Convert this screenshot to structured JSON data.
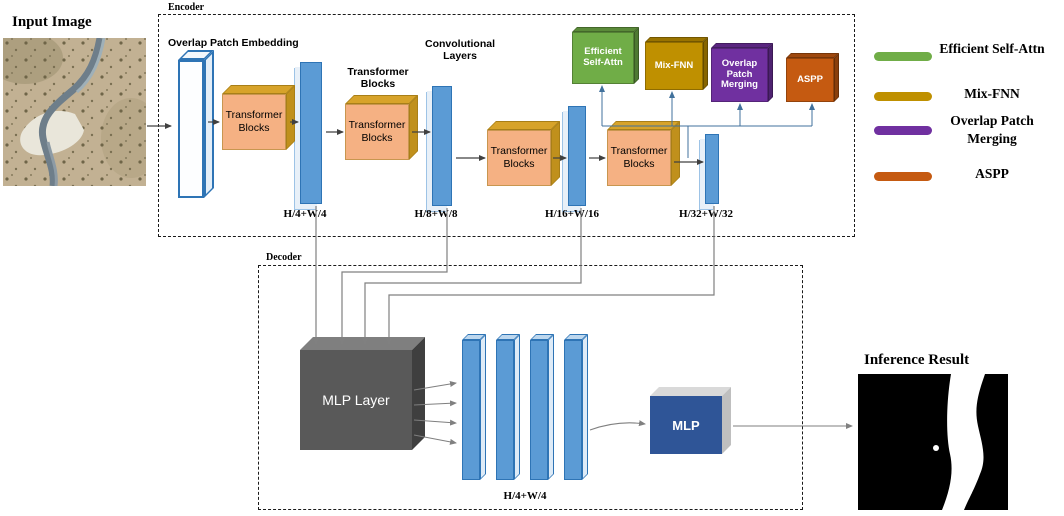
{
  "input": {
    "label": "Input Image"
  },
  "encoder": {
    "label": "Encoder",
    "patch_embedding_label": "Overlap Patch Embedding",
    "transformer_blocks_label": "Transformer Blocks",
    "conv_layers_label": "Convolutional Layers",
    "stages": [
      {
        "block": "Transformer Blocks",
        "size": "H/4+W/4"
      },
      {
        "block": "Transformer Blocks",
        "size": "H/8+W/8"
      },
      {
        "block": "Transformer Blocks",
        "size": "H/16+W/16"
      },
      {
        "block": "Transformer Blocks",
        "size": "H/32+W/32"
      }
    ],
    "modules": [
      {
        "label": "Efficient Self-Attn",
        "color": "#70AD47"
      },
      {
        "label": "Mix-FNN",
        "color": "#BF9000"
      },
      {
        "label": "Overlap Patch Merging",
        "color": "#7030A0"
      },
      {
        "label": "ASPP",
        "color": "#C55A11"
      }
    ]
  },
  "legend": {
    "items": [
      {
        "label": "Efficient Self-Attn",
        "color": "#70AD47"
      },
      {
        "label": "Mix-FNN",
        "color": "#BF9000"
      },
      {
        "label": "Overlap Patch Merging",
        "color": "#7030A0"
      },
      {
        "label": "ASPP",
        "color": "#C55A11"
      }
    ]
  },
  "decoder": {
    "label": "Decoder",
    "mlp_layer_label": "MLP Layer",
    "feature_size_label": "H/4+W/4",
    "mlp_label": "MLP"
  },
  "output": {
    "label": "Inference Result"
  },
  "colors": {
    "feature_map": "#5B9BD5",
    "transformer_front": "#F5B183",
    "transformer_depth": "#C0901C",
    "mlp_layer": "#595959",
    "mlp": "#2F5597"
  }
}
